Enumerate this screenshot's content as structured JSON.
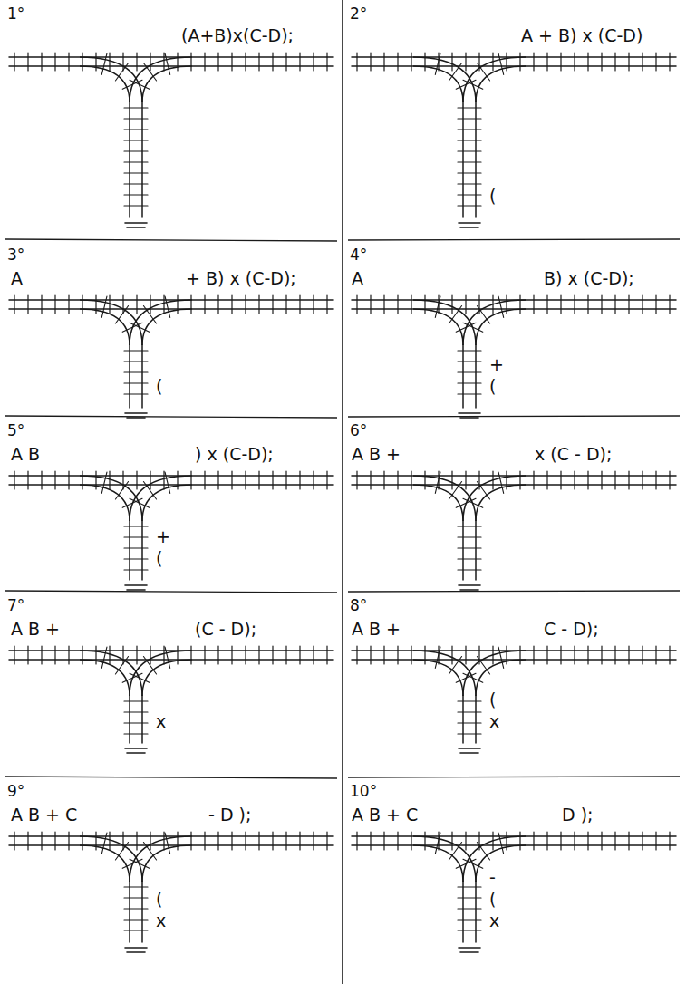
{
  "diagram": {
    "labels": [
      "1°",
      "(A+B)x(C-D);",
      "2°",
      "A + B) x (C-D)",
      "(",
      "3°",
      "A",
      "+ B) x (C-D);",
      "(",
      "4°",
      "A",
      "B) x (C-D);",
      "+",
      "(",
      "5°",
      "A B",
      ") x (C-D);",
      "+",
      "(",
      "6°",
      "A B +",
      "x (C - D);",
      "7°",
      "A B +",
      "(C - D);",
      "x",
      "8°",
      "A B +",
      "C - D);",
      "(",
      "x",
      "9°",
      "A B + C",
      "- D );",
      "(",
      "x",
      "10°",
      "A B + C",
      "D );",
      "-",
      "(",
      "x"
    ]
  }
}
